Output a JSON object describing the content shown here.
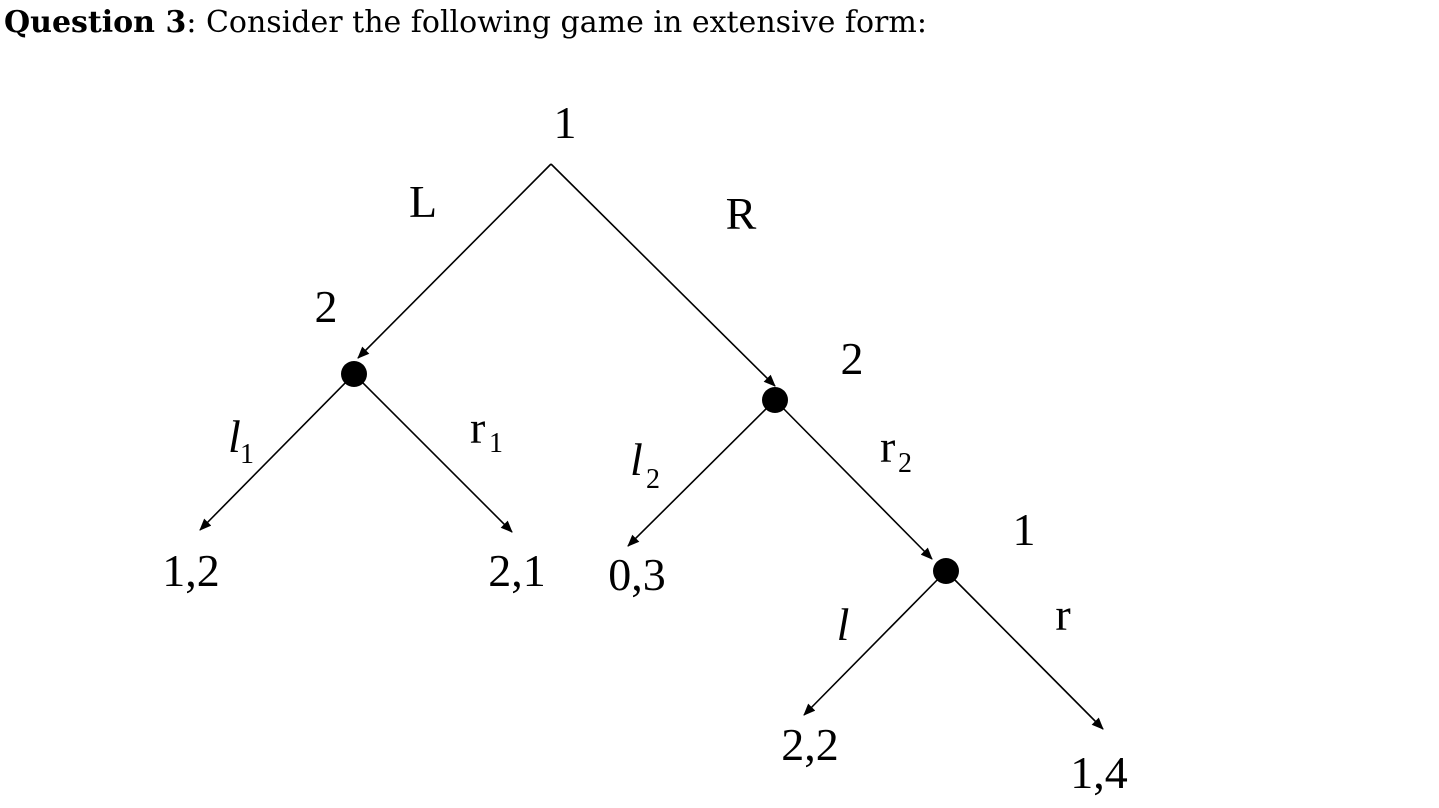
{
  "question": {
    "label": "Question 3",
    "text": ": Consider the following game in extensive form:"
  },
  "tree": {
    "players": {
      "root": "1",
      "left": "2",
      "right": "2",
      "deep": "1"
    },
    "actions": {
      "L": "L",
      "R": "R",
      "l1": {
        "base": "l",
        "sub": "1"
      },
      "r1": {
        "base": "r",
        "sub": "1"
      },
      "l2": {
        "base": "l",
        "sub": "2"
      },
      "r2": {
        "base": "r",
        "sub": "2"
      },
      "l": "l",
      "r": "r"
    },
    "payoffs": {
      "L_l1": "1,2",
      "L_r1": "2,1",
      "R_l2": "0,3",
      "R_r2_l": "2,2",
      "R_r2_r": "1,4"
    }
  }
}
